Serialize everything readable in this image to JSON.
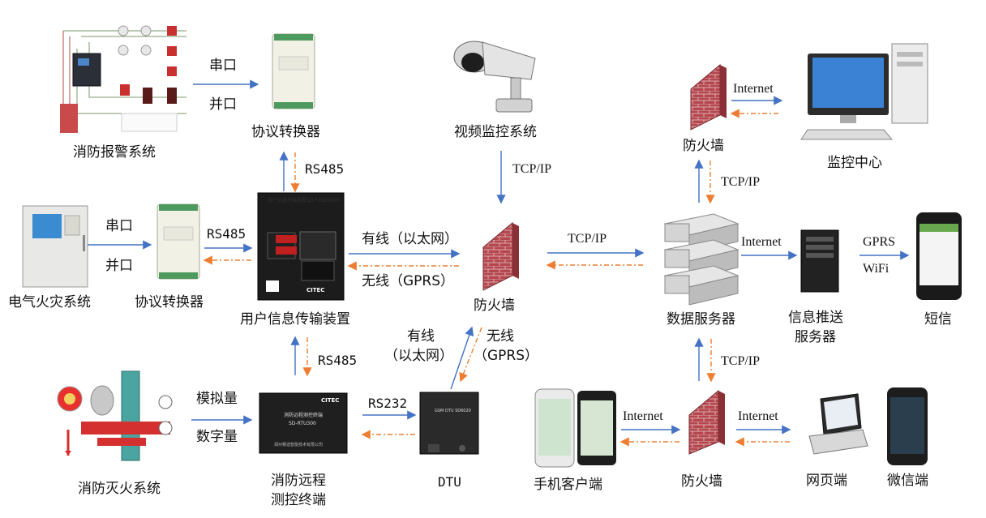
{
  "nodes": {
    "fire_alarm": "消防报警系统",
    "proto_conv_top": "协议转换器",
    "video": "视频监控系统",
    "fw_top": "防火墙",
    "monitor_center": "监控中心",
    "electric_fire": "电气火灾系统",
    "proto_conv_mid": "协议转换器",
    "user_device": "用户信息传输装置",
    "fw_center": "防火墙",
    "data_server": "数据服务器",
    "push_server_1": "信息推送",
    "push_server_2": "服务器",
    "sms": "短信",
    "extinguish": "消防灭火系统",
    "remote_1": "消防远程",
    "remote_2": "测控终端",
    "dtu": "DTU",
    "mobile": "手机客户端",
    "fw_bottom": "防火墙",
    "web": "网页端",
    "wechat": "微信端"
  },
  "edges": {
    "serial_top": "串口",
    "parallel_top": "并口",
    "rs485_top": "RS485",
    "tcpip_video": "TCP/IP",
    "internet_top": "Internet",
    "tcpip_top": "TCP/IP",
    "serial_mid": "串口",
    "parallel_mid": "并口",
    "rs485_mid": "RS485",
    "wired_eth": "有线（以太网）",
    "wireless_gprs": "无线（GPRS）",
    "tcpip_center": "TCP/IP",
    "internet_push": "Internet",
    "gprs": "GPRS",
    "wifi": "WiFi",
    "wired_1": "有线",
    "wired_2": "（以太网）",
    "wireless_1": "无线",
    "wireless_2": "（GPRS）",
    "rs485_bottom": "RS485",
    "tcpip_bottom": "TCP/IP",
    "analog": "模拟量",
    "digital": "数字量",
    "rs232": "RS232",
    "internet_mobile": "Internet",
    "internet_web": "Internet"
  },
  "device_text": {
    "user_device_panel": "用户信息传输装置SD-F3025000",
    "citec": "CITEC",
    "rtu_name": "消防远程测控终端",
    "rtu_model": "SD-RTU300",
    "rtu_company": "郑州赛迪智能技术有限公司",
    "dtu_model": "GSM DTU SD6020"
  },
  "colors": {
    "solid_arrow": "#4472c4",
    "dashed_arrow": "#ed7d31",
    "brick": "#b5474f",
    "panel_dark": "#1c1c1c"
  }
}
